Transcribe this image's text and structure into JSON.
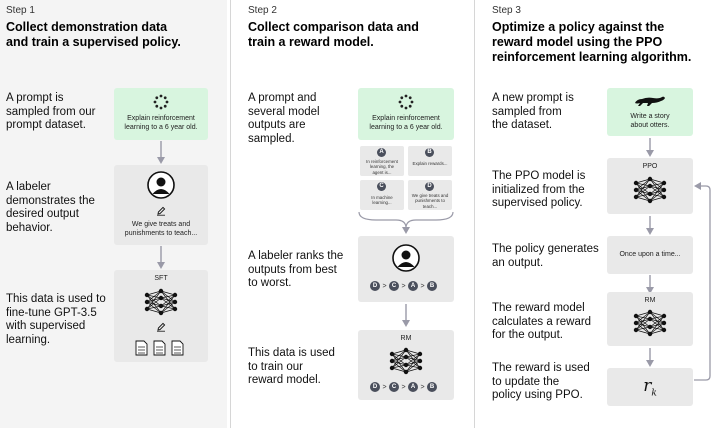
{
  "steps": [
    {
      "step_label": "Step 1",
      "title_lines": [
        "Collect demonstration data",
        "and train a supervised policy."
      ],
      "descriptions": [
        {
          "lines": [
            "A prompt is",
            "sampled from our",
            "prompt dataset."
          ]
        },
        {
          "lines": [
            "A labeler",
            "demonstrates the",
            "desired output",
            "behavior."
          ]
        },
        {
          "lines": [
            "This data is used to",
            "fine-tune GPT-3.5",
            "with supervised",
            "learning."
          ]
        }
      ],
      "prompt_card": {
        "lines": [
          "Explain reinforcement",
          "learning to a 6 year old."
        ]
      },
      "demo_card": {
        "lines": [
          "We give treats and",
          "punishments to teach..."
        ]
      },
      "model_card": {
        "label": "SFT"
      }
    },
    {
      "step_label": "Step 2",
      "title_lines": [
        "Collect comparison data and",
        "train a reward model."
      ],
      "descriptions": [
        {
          "lines": [
            "A prompt and",
            "several model",
            "outputs are",
            "sampled."
          ]
        },
        {
          "lines": [
            "A labeler ranks the",
            "outputs from best",
            "to worst."
          ]
        },
        {
          "lines": [
            "This data is used",
            "to train our",
            "reward model."
          ]
        }
      ],
      "prompt_card": {
        "lines": [
          "Explain reinforcement",
          "learning to a 6 year old."
        ]
      },
      "outputs": [
        {
          "letter": "A",
          "lines": [
            "In reinforcement",
            "learning, the",
            "agent is..."
          ]
        },
        {
          "letter": "B",
          "lines": [
            "Explain rewards..."
          ]
        },
        {
          "letter": "C",
          "lines": [
            "In machine",
            "learning..."
          ]
        },
        {
          "letter": "D",
          "lines": [
            "We give treats and",
            "punishments to",
            "teach..."
          ]
        }
      ],
      "ranking": [
        "D",
        "C",
        "A",
        "B"
      ],
      "rank_separator": ">",
      "model_card": {
        "label": "RM"
      }
    },
    {
      "step_label": "Step 3",
      "title_lines": [
        "Optimize a policy against the",
        "reward model using the PPO",
        "reinforcement learning algorithm."
      ],
      "descriptions": [
        {
          "lines": [
            "A new prompt is",
            "sampled from",
            "the dataset."
          ]
        },
        {
          "lines": [
            "The PPO model is",
            "initialized from the",
            "supervised policy."
          ]
        },
        {
          "lines": [
            "The policy generates",
            "an output."
          ]
        },
        {
          "lines": [
            "The reward model",
            "calculates a reward",
            "for the output."
          ]
        },
        {
          "lines": [
            "The reward is used",
            "to update the",
            "policy using PPO."
          ]
        }
      ],
      "prompt_card": {
        "lines": [
          "Write a story",
          "about otters."
        ]
      },
      "ppo_card": {
        "label": "PPO"
      },
      "output_card": {
        "text": "Once upon a time..."
      },
      "rm_card": {
        "label": "RM"
      },
      "reward_card": {
        "symbol": "r",
        "subscript": "k"
      }
    }
  ],
  "colors": {
    "card": "#e9e9e9",
    "prompt_card": "#d8f5df",
    "column_shade": "#f4f4f4",
    "arrow": "#9a9aa8",
    "badge": "#4a4f5c"
  },
  "icons": [
    "loading-dots-icon",
    "labeler-person-icon",
    "pencil-icon",
    "document-icon",
    "neural-network-icon",
    "otter-icon"
  ]
}
